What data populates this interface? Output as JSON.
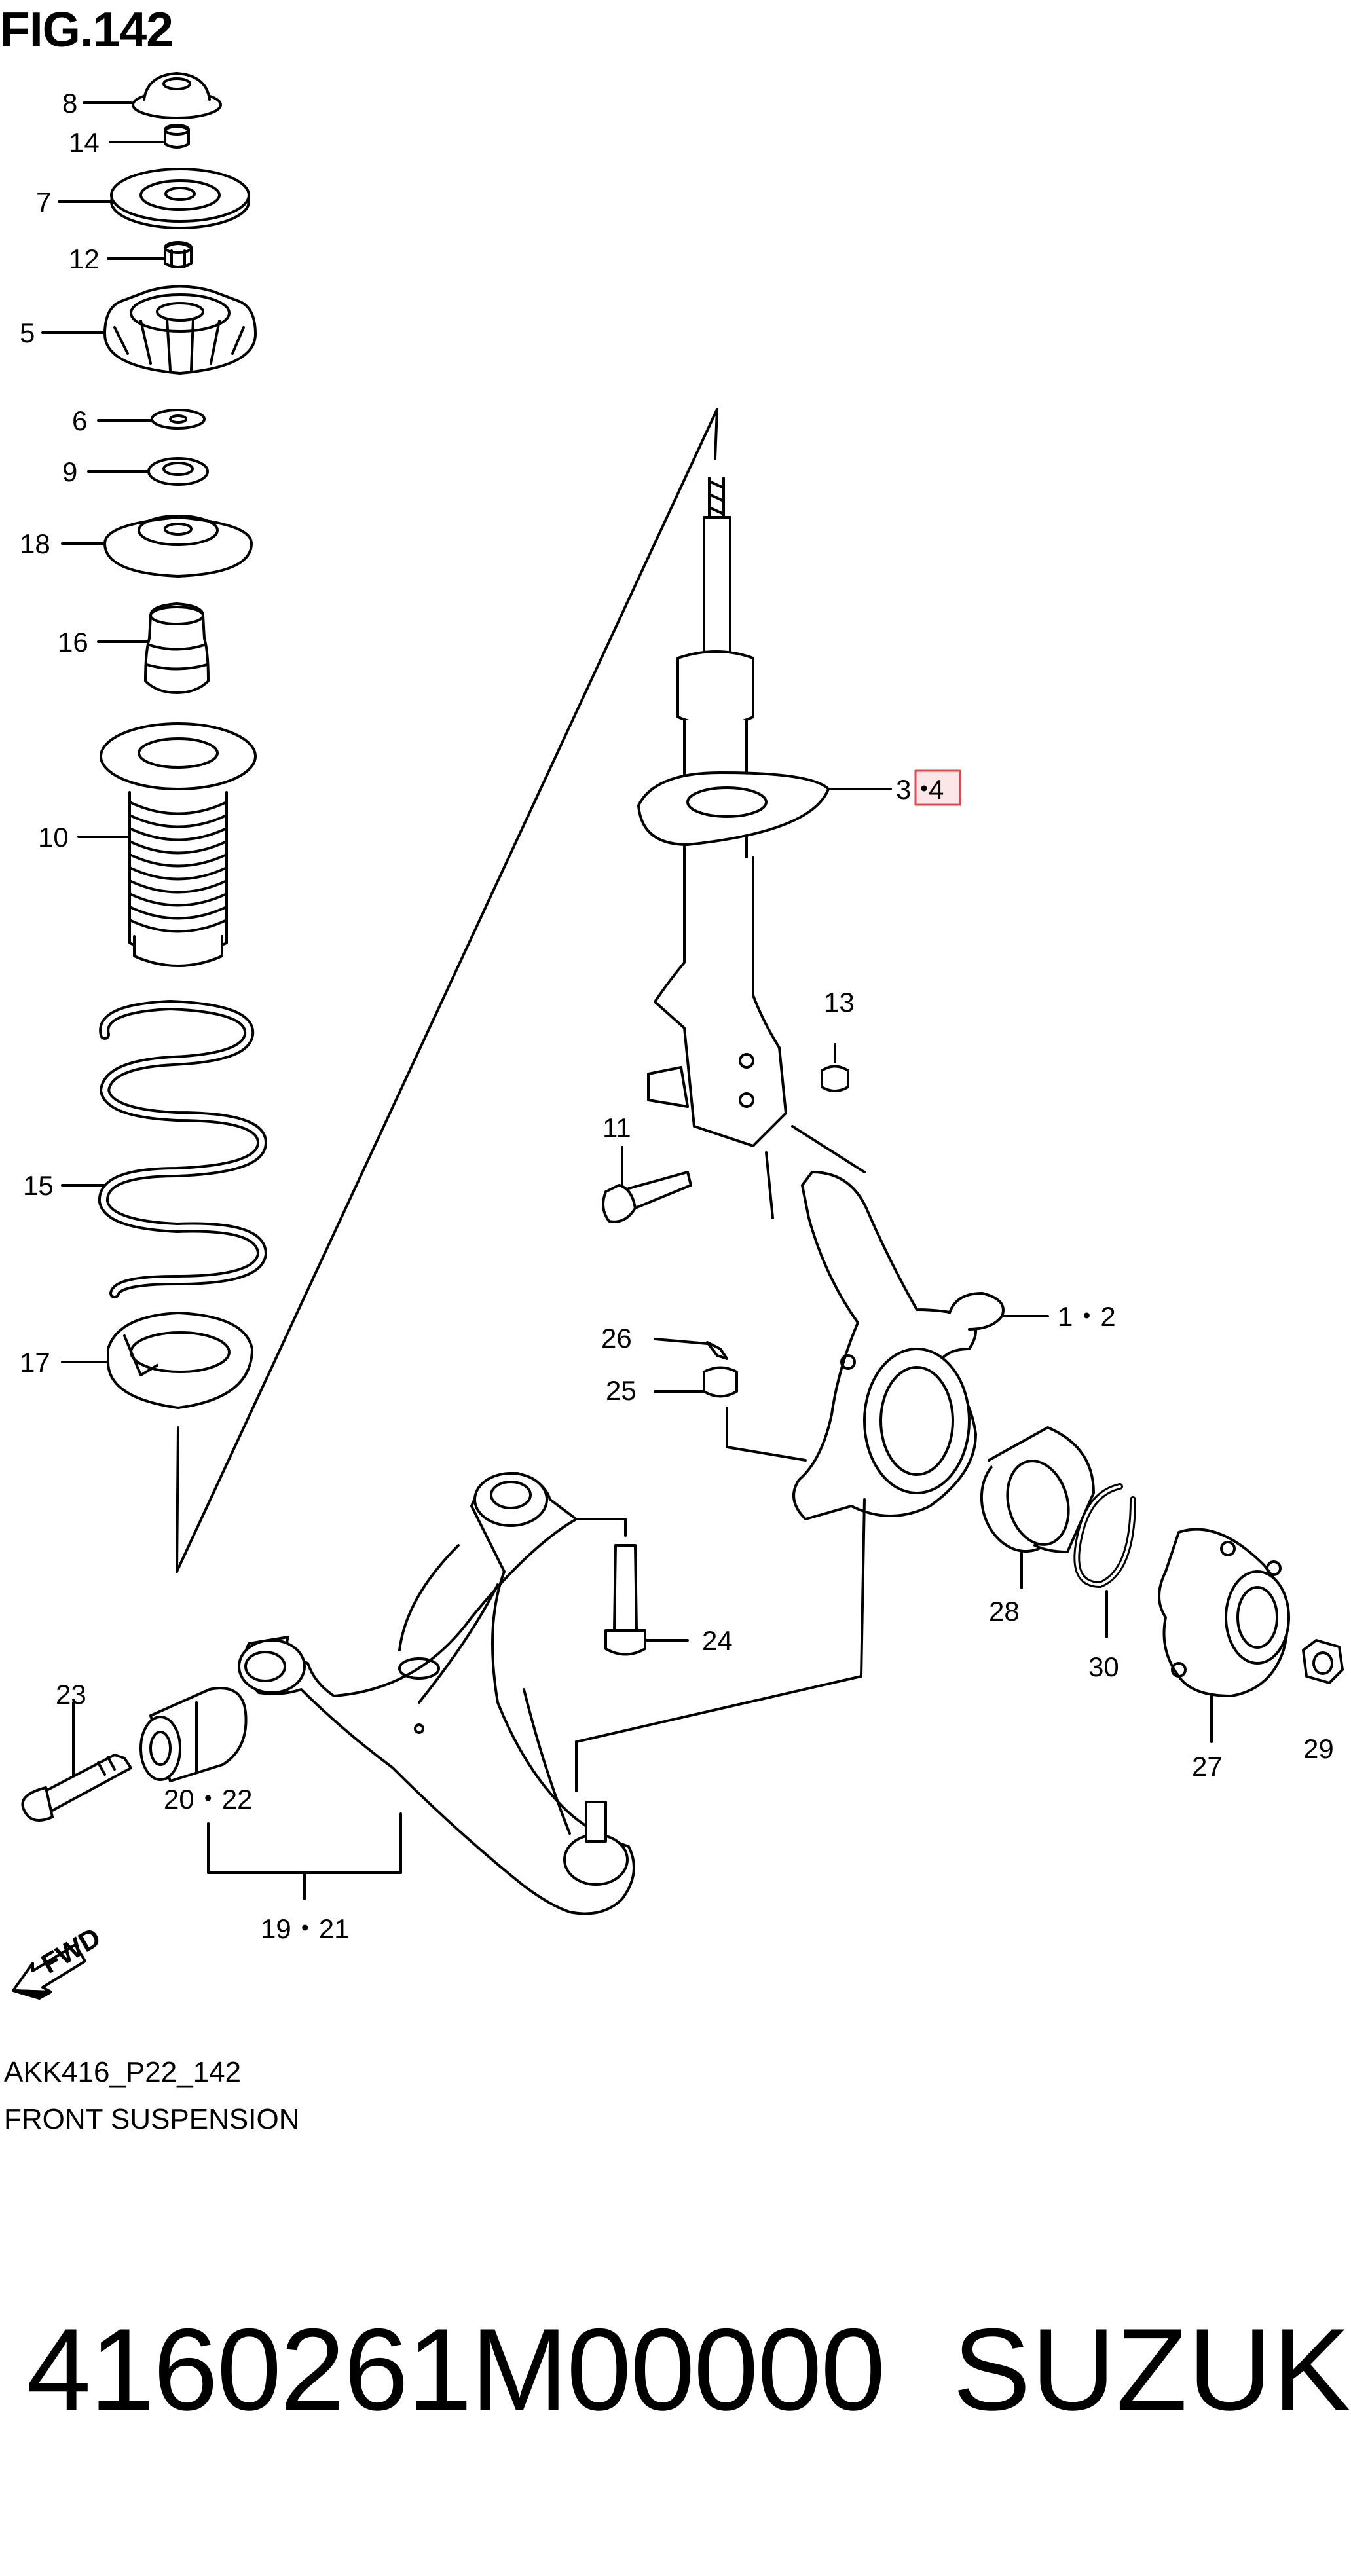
{
  "figure": {
    "title": "FIG.142",
    "drawing_code": "AKK416_P22_142",
    "section": "FRONT SUSPENSION",
    "highlight_color": "#e8454f"
  },
  "callouts": {
    "c8": "8",
    "c14": "14",
    "c7": "7",
    "c12": "12",
    "c5": "5",
    "c6": "6",
    "c9": "9",
    "c18": "18",
    "c16": "16",
    "c10": "10",
    "c15": "15",
    "c17": "17",
    "c3": "3",
    "c4": "4",
    "c13": "13",
    "c11": "11",
    "c1_2": "1・2",
    "c26": "26",
    "c25": "25",
    "c28": "28",
    "c30": "30",
    "c27": "27",
    "c29": "29",
    "c24": "24",
    "c23": "23",
    "c20_22": "20・22",
    "c19_21": "19・21",
    "fwd": "FWD"
  },
  "footer": {
    "part_number": "4160261M00000",
    "brand": "SUZUKI"
  }
}
